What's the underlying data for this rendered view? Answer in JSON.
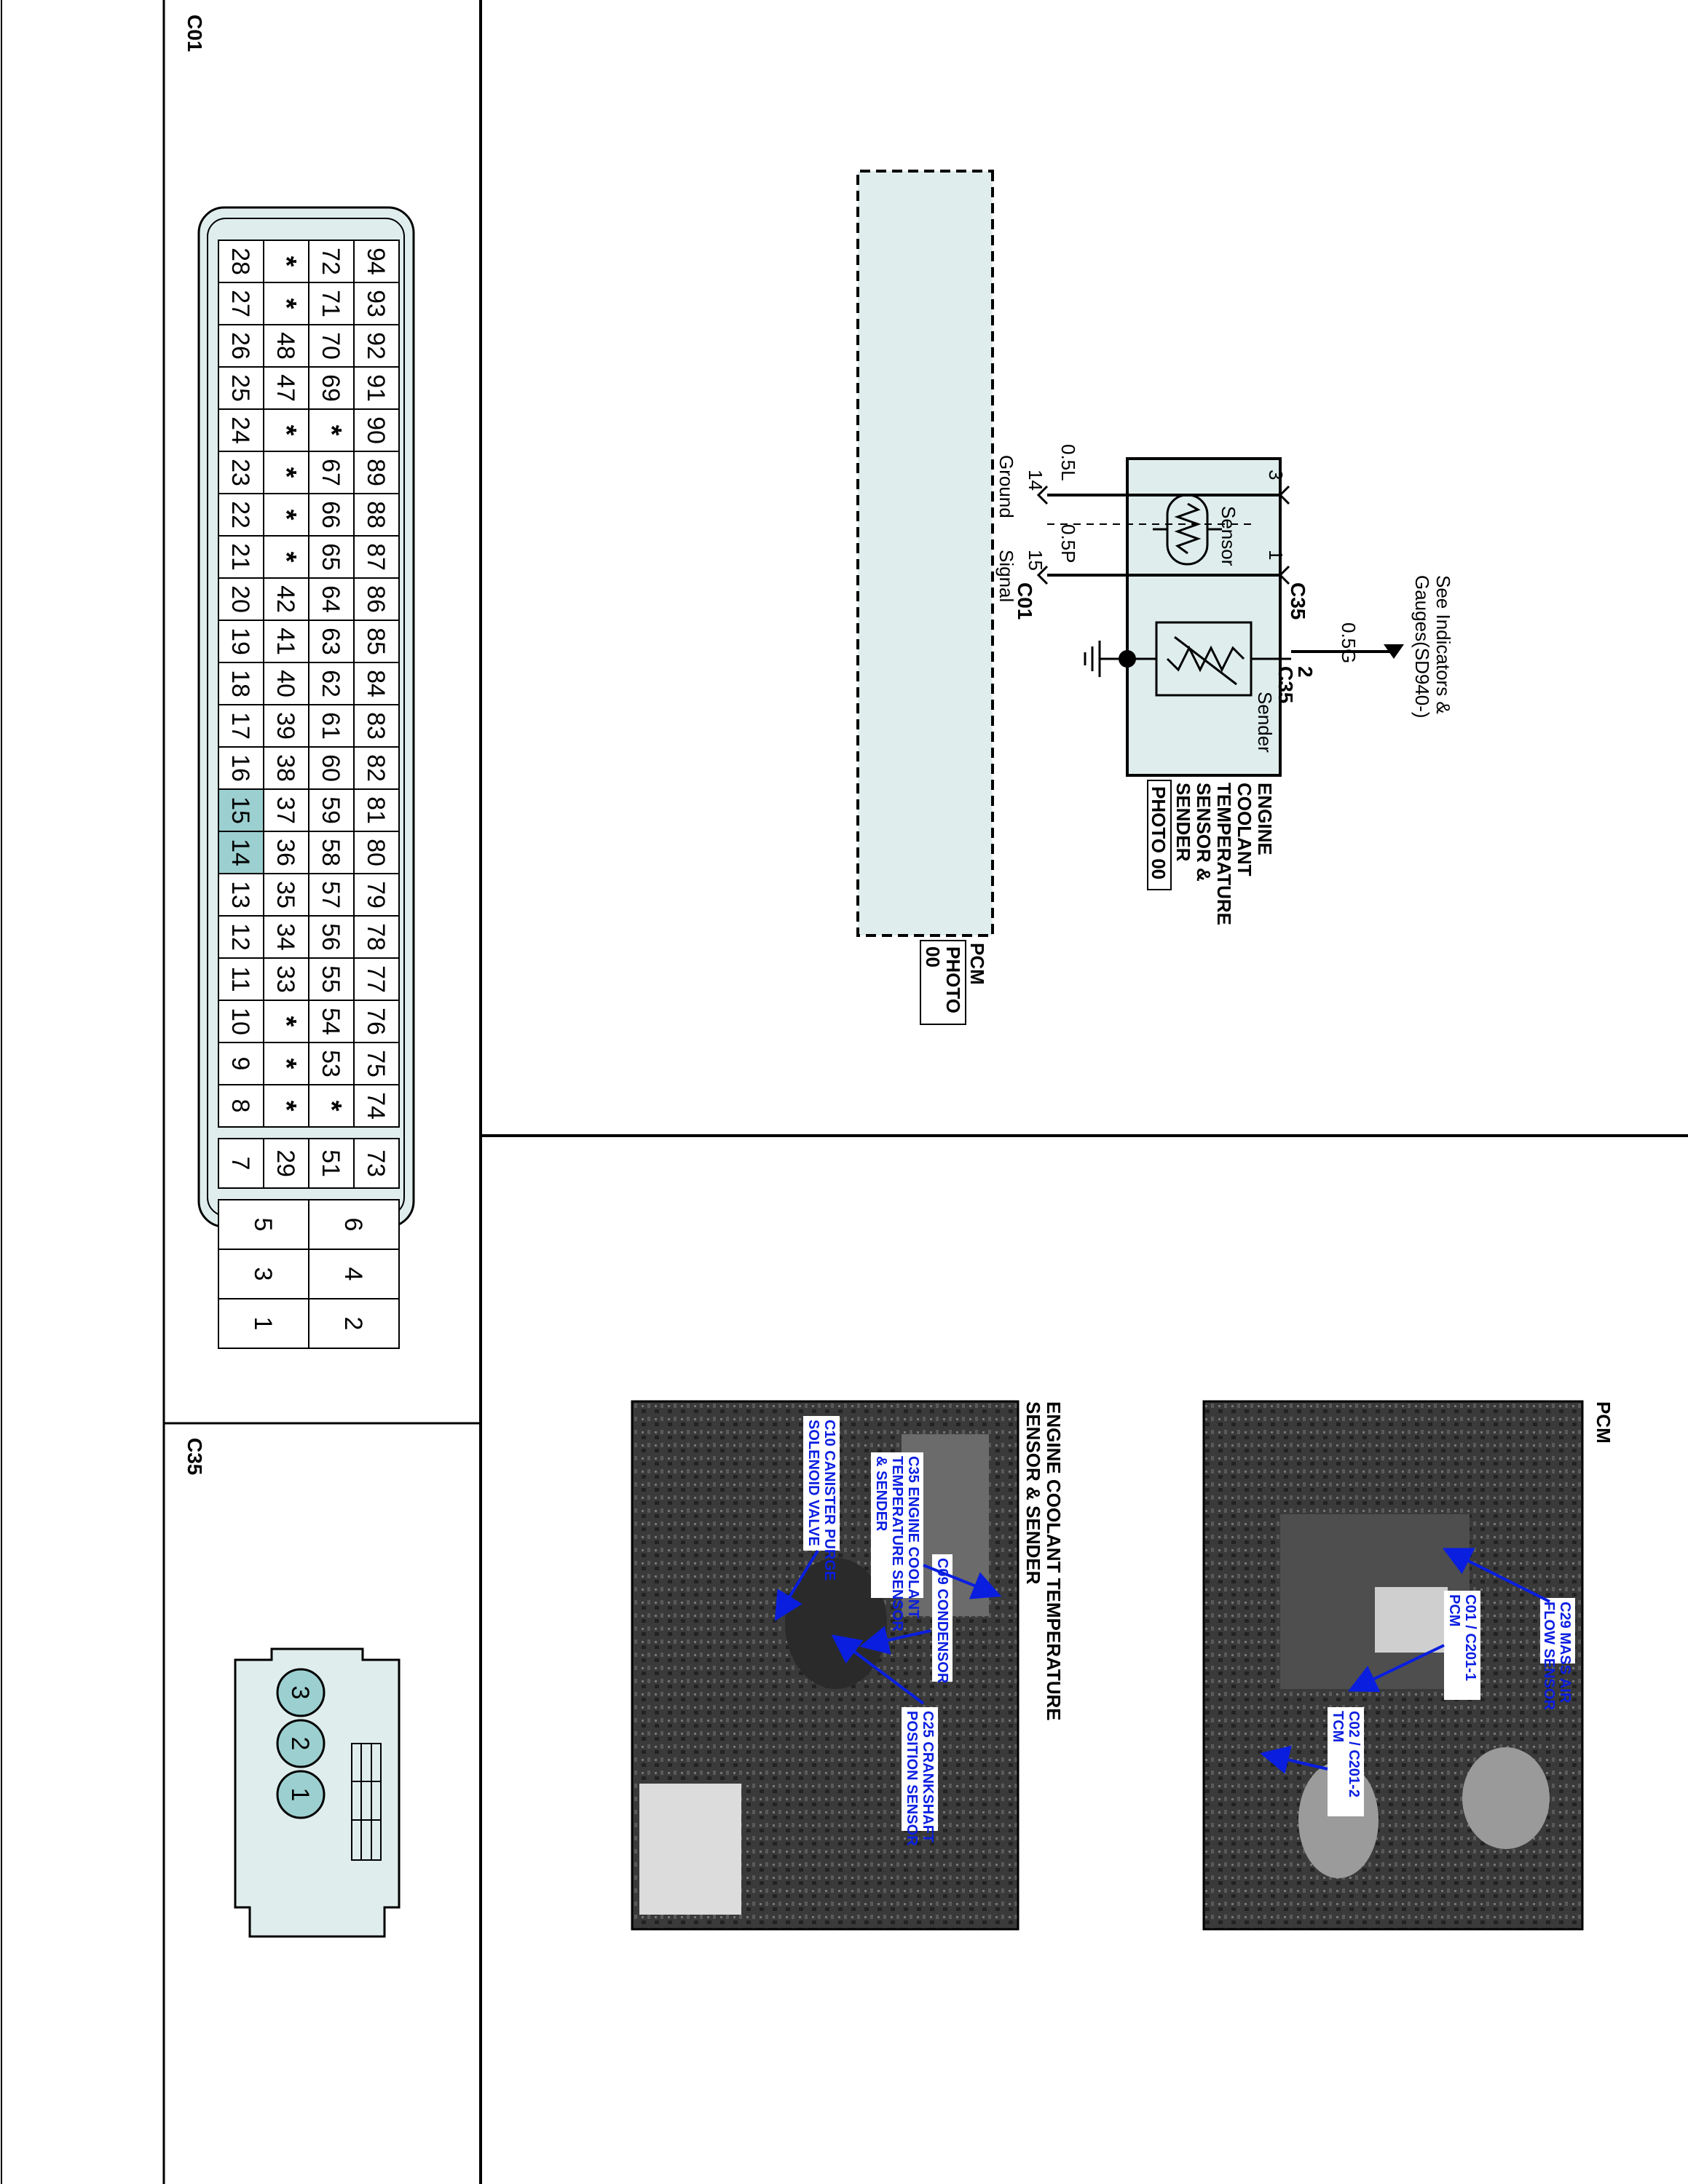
{
  "diagram": {
    "ect": {
      "title_lines": [
        "ENGINE",
        "COOLANT",
        "TEMPERATURE",
        "SENSOR &",
        "SENDER"
      ],
      "photo_ref": "PHOTO 00",
      "sensor_label": "Sensor",
      "sender_label": "Sender",
      "connector": "C35",
      "connector_sender": "C35"
    },
    "pcm": {
      "title": "PCM",
      "photo_ref_lines": [
        "PHOTO",
        "00"
      ],
      "connector": "C01",
      "ground_label": "Ground",
      "signal_label": "Signal"
    },
    "external": {
      "lines": [
        "See Indicators &",
        "Gauges(SD940-)"
      ]
    },
    "wires": {
      "w1": {
        "color_code": "0.5G",
        "pin": "2"
      },
      "w2": {
        "color_code": "0.5L",
        "pin_a": "3",
        "pin_b": "14"
      },
      "w3": {
        "color_code": "0.5P",
        "pin_a": "1",
        "pin_b": "15"
      }
    }
  },
  "connectors": {
    "c01": {
      "label": "C01",
      "rows": [
        [
          "94",
          "93",
          "92",
          "91",
          "90",
          "89",
          "88",
          "87",
          "86",
          "85",
          "84",
          "83",
          "82",
          "81",
          "80",
          "79",
          "78",
          "77",
          "76",
          "75",
          "74"
        ],
        [
          "72",
          "71",
          "70",
          "69",
          "*",
          "67",
          "66",
          "65",
          "64",
          "63",
          "62",
          "61",
          "60",
          "59",
          "58",
          "57",
          "56",
          "55",
          "54",
          "53",
          "*"
        ],
        [
          "*",
          "*",
          "48",
          "47",
          "*",
          "*",
          "*",
          "*",
          "42",
          "41",
          "40",
          "39",
          "38",
          "37",
          "36",
          "35",
          "34",
          "33",
          "*",
          "*",
          "*"
        ],
        [
          "28",
          "27",
          "26",
          "25",
          "24",
          "23",
          "22",
          "21",
          "20",
          "19",
          "18",
          "17",
          "16",
          "15",
          "14",
          "13",
          "12",
          "11",
          "10",
          "9",
          "8"
        ]
      ],
      "right_pins": [
        "73",
        "51",
        "29",
        "7"
      ],
      "small_pins": [
        [
          "6",
          "5"
        ],
        [
          "4",
          "3"
        ],
        [
          "2",
          "1"
        ]
      ],
      "highlighted": [
        "15",
        "14"
      ]
    },
    "c35": {
      "label": "C35",
      "pins": [
        "3",
        "2",
        "1"
      ]
    }
  },
  "photos": {
    "pcm": {
      "title": "PCM",
      "callouts": [
        {
          "lines": [
            "C29 MASS AIR",
            "FLOW SENSOR"
          ]
        },
        {
          "lines": [
            "C01 / C201-1",
            "PCM"
          ]
        },
        {
          "lines": [
            "C02 / C201-2",
            "TCM"
          ]
        }
      ]
    },
    "ect": {
      "title_lines": [
        "ENGINE COOLANT TEMPERATURE",
        "SENSOR & SENDER"
      ],
      "callouts": [
        {
          "lines": [
            "C10 CANISTER PURGE",
            "SOLENOID VALVE"
          ]
        },
        {
          "lines": [
            "C09 CONDENSOR"
          ]
        },
        {
          "lines": [
            "C35 ENGINE COOLANT",
            "TEMPERATURE SENSOR",
            "& SENDER"
          ]
        },
        {
          "lines": [
            "C25 CRANKSHAFT",
            "POSITION SENSOR"
          ]
        }
      ]
    }
  }
}
